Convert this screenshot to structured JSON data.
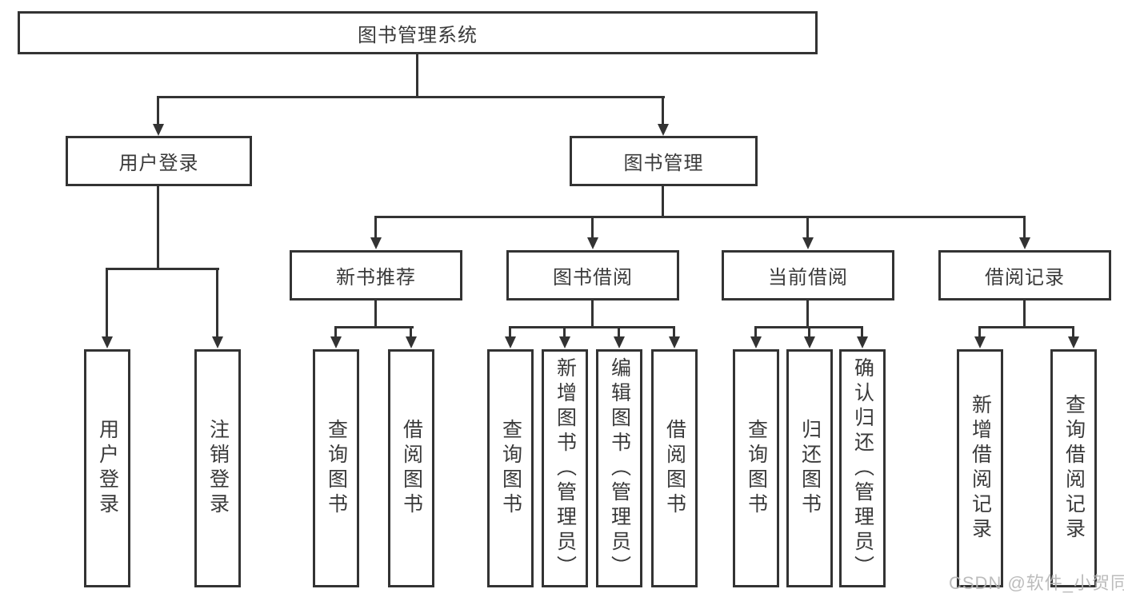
{
  "colors": {
    "line": "#333333",
    "box_border": "#333333",
    "text": "#3a3a3a",
    "background": "#ffffff",
    "watermark": "#b5b5b5"
  },
  "diagram": {
    "root_label": "图书管理系统",
    "level2": {
      "login_label": "用户登录",
      "manage_label": "图书管理"
    },
    "level3": {
      "recommend_label": "新书推荐",
      "borrow_label": "图书借阅",
      "current_label": "当前借阅",
      "records_label": "借阅记录"
    },
    "leaves": {
      "login": [
        "用户登录",
        "注销登录"
      ],
      "recommend": [
        "查询图书",
        "借阅图书"
      ],
      "borrow": [
        "查询图书",
        "新增图书（管理员）",
        "编辑图书（管理员）",
        "借阅图书"
      ],
      "current": [
        "查询图书",
        "归还图书",
        "确认归还（管理员）"
      ],
      "records": [
        "新增借阅记录",
        "查询借阅记录"
      ]
    }
  },
  "watermark": {
    "text": "CSDN @软件_小贺同学"
  }
}
